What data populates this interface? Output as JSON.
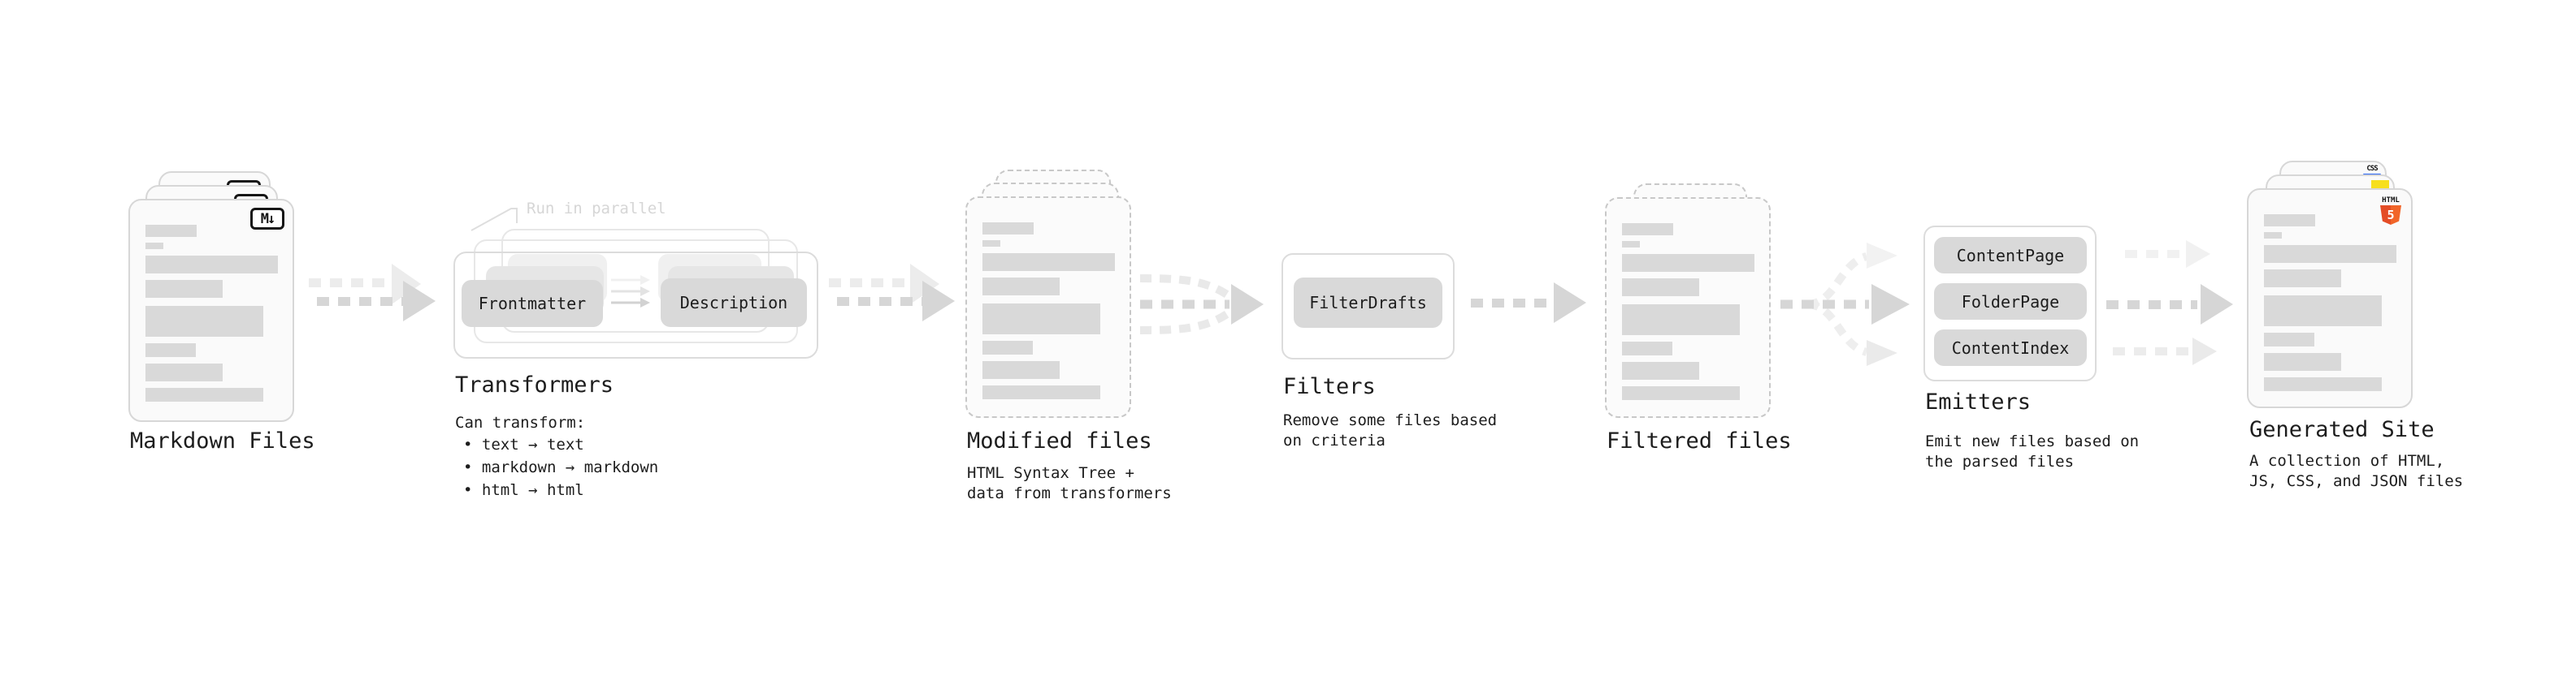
{
  "diagram": {
    "markdown_files": {
      "title": "Markdown Files",
      "file_badge": "M↓"
    },
    "transformers": {
      "annotation": "Run in parallel",
      "step1": "Frontmatter",
      "step2": "Description",
      "title": "Transformers",
      "subtitle": "Can transform:",
      "bullets": "• text → text\n• markdown → markdown\n• html → html"
    },
    "modified_files": {
      "title": "Modified files",
      "description": "HTML Syntax Tree +\ndata from transformers"
    },
    "filters": {
      "step": "FilterDrafts",
      "title": "Filters",
      "description": "Remove some files based\non criteria"
    },
    "filtered_files": {
      "title": "Filtered files"
    },
    "emitters": {
      "steps": [
        "ContentPage",
        "FolderPage",
        "ContentIndex"
      ],
      "title": "Emitters",
      "description": "Emit new files based on\nthe parsed files"
    },
    "generated_site": {
      "title": "Generated Site",
      "description": "A collection of HTML,\nJS, CSS, and JSON files",
      "css_badge": "CSS",
      "html_badge_word": "HTML",
      "html_badge_number": "5"
    },
    "colors": {
      "text": "#1d1d1d",
      "card_fill": "#fafafa",
      "card_border": "#d7d7d7",
      "dashed_border": "#c8c8c8",
      "placeholder_bar": "#d9d9d9",
      "step_button": "#d9d9d9",
      "arrow_dark": "#d6d6d6",
      "arrow_light": "#ececec",
      "annotation_gray": "#d6d6d6",
      "js_yellow": "#F7DF1E",
      "css_blue": "#2965F1",
      "html5_orange": "#E44D26"
    }
  }
}
